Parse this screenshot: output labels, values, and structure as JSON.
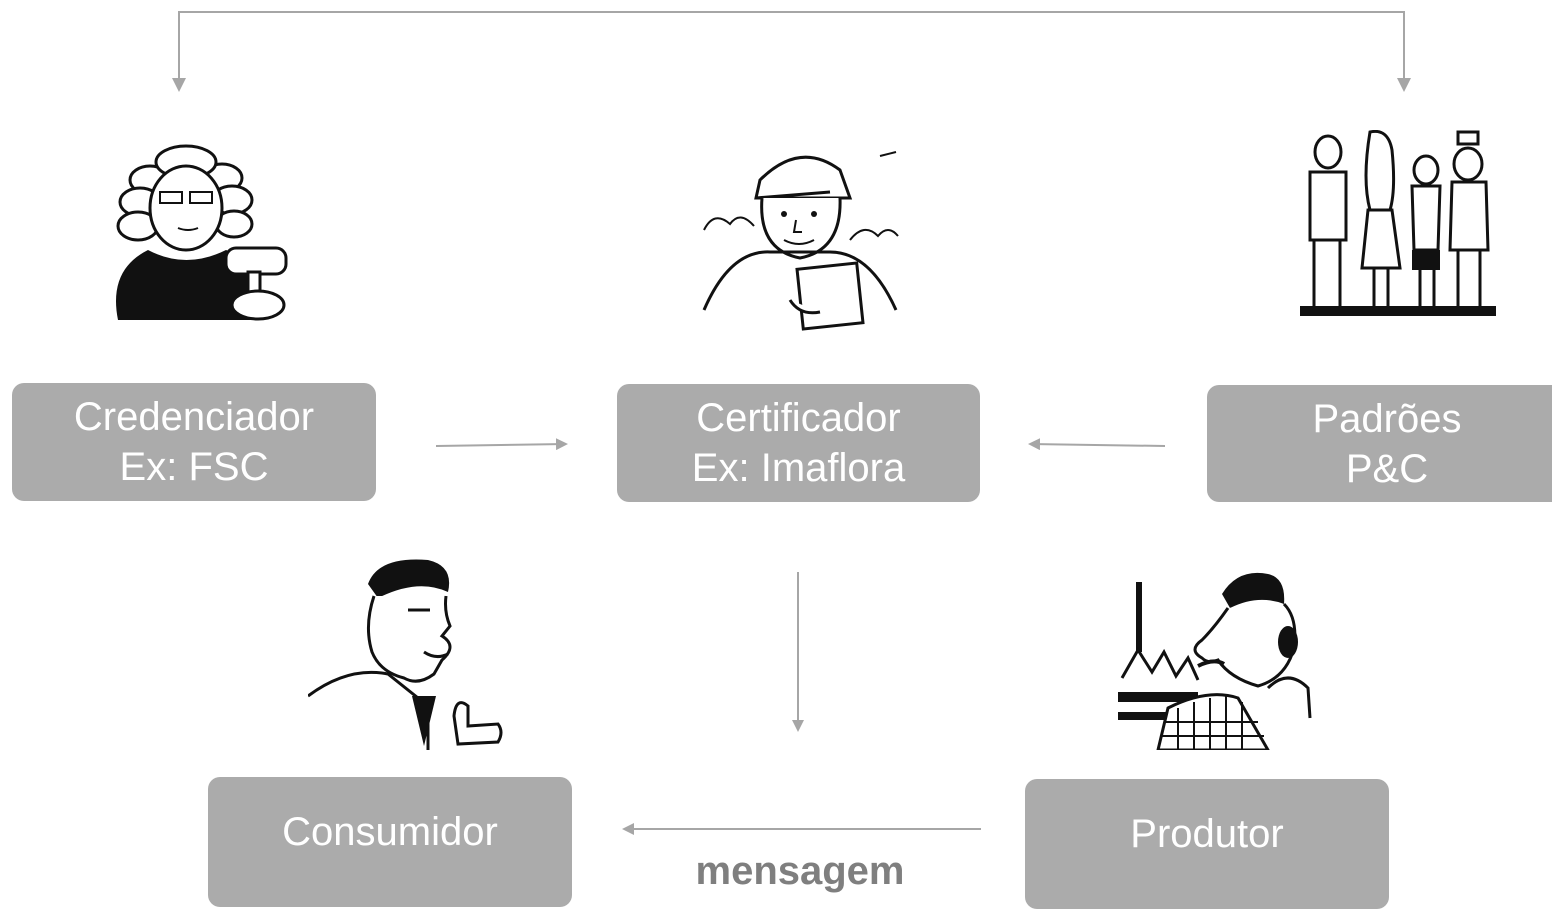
{
  "colors": {
    "box_fill": "#ababab",
    "box_text": "#ffffff",
    "arrow": "#a6a6a6",
    "label": "#7f7f7f",
    "ink": "#111111"
  },
  "nodes": {
    "credenciador": {
      "line1": "Credenciador",
      "line2": "Ex: FSC",
      "illustration": "judge-with-gavel-icon"
    },
    "certificador": {
      "line1": "Certificador",
      "line2": "Ex: Imaflora",
      "illustration": "inspector-with-clipboard-icon"
    },
    "padroes": {
      "line1": "Padrões",
      "line2": "P&C",
      "illustration": "stakeholder-group-icon"
    },
    "consumidor": {
      "line1": "Consumidor",
      "illustration": "consumer-thumbs-up-icon"
    },
    "produtor": {
      "line1": "Produtor",
      "illustration": "producer-forest-icon"
    }
  },
  "edges": {
    "message_label": "mensagem"
  }
}
